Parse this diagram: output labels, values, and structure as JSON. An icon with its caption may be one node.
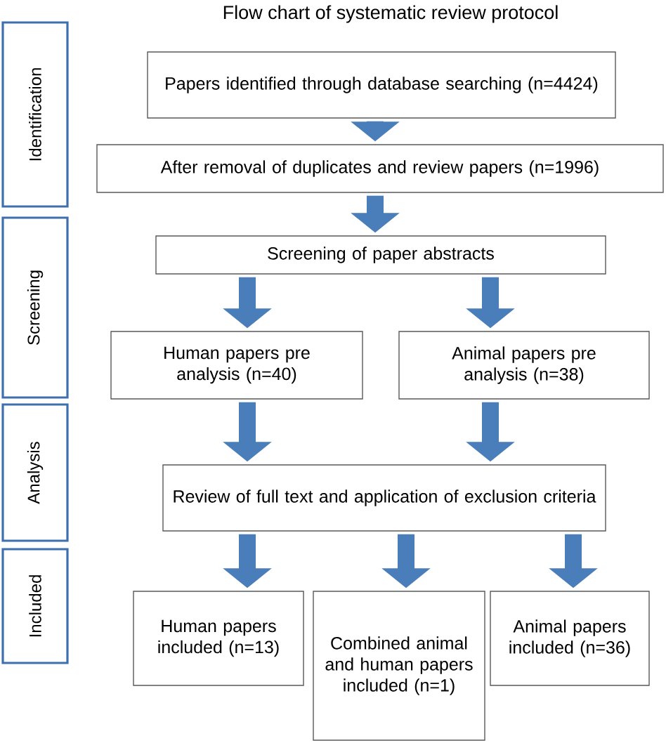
{
  "diagram": {
    "title": "Flow chart of systematic review protocol",
    "nodes": [
      {
        "text": [
          "Identification"
        ]
      },
      {
        "text": [
          "Screening"
        ]
      },
      {
        "text": [
          "Analysis"
        ]
      },
      {
        "text": [
          "Included"
        ]
      },
      {
        "text": [
          "Papers identified through database searching (n=4424)"
        ]
      },
      {
        "text": [
          "After removal of duplicates and review papers (n=1996)"
        ]
      },
      {
        "text": [
          "Screening of paper abstracts"
        ]
      },
      {
        "text": [
          "Human papers pre analysis (n=40)"
        ]
      },
      {
        "text": [
          "Animal papers pre analysis (n=38)"
        ]
      },
      {
        "text": [
          "Review of full text and application of exclusion criteria"
        ]
      },
      {
        "text": [
          "Human papers included (n=13)"
        ]
      },
      {
        "text": [
          "Combined animal and human papers included (n=1)"
        ]
      },
      {
        "text": [
          "Animal papers included (n=36)"
        ]
      }
    ],
    "edges": [
      {
        "from": 4,
        "to": 5,
        "arrow": "to"
      },
      {
        "from": 5,
        "to": 6,
        "arrow": "to"
      },
      {
        "from": 6,
        "to": 7,
        "arrow": "to"
      },
      {
        "from": 6,
        "to": 8,
        "arrow": "to"
      },
      {
        "from": 7,
        "to": 9,
        "arrow": "to"
      },
      {
        "from": 8,
        "to": 9,
        "arrow": "to"
      },
      {
        "from": 9,
        "to": 10,
        "arrow": "to"
      },
      {
        "from": 9,
        "to": 11,
        "arrow": "to"
      },
      {
        "from": 9,
        "to": 12,
        "arrow": "to"
      }
    ]
  }
}
